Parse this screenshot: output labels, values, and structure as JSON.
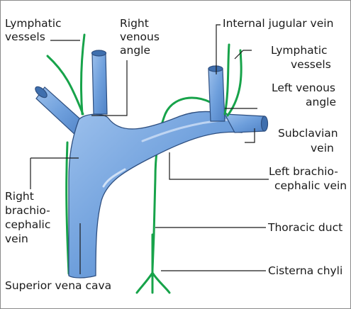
{
  "labels": {
    "lymphatic_vessels_left": [
      "Lymphatic",
      "vessels"
    ],
    "right_venous_angle": [
      "Right",
      "venous",
      "angle"
    ],
    "internal_jugular_vein": [
      "Internal jugular vein"
    ],
    "lymphatic_vessels_right": [
      "Lymphatic",
      "vessels"
    ],
    "left_venous_angle": [
      "Left venous",
      "angle"
    ],
    "subclavian_vein": [
      "Subclavian",
      "vein"
    ],
    "left_brachiocephalic_vein": [
      "Left brachio-",
      "cephalic vein"
    ],
    "right_brachiocephalic_vein": [
      "Right",
      "brachio-",
      "cephalic",
      "vein"
    ],
    "thoracic_duct": [
      "Thoracic duct"
    ],
    "cisterna_chyli": [
      "Cisterna chyli"
    ],
    "superior_vena_cava": [
      "Superior vena cava"
    ]
  },
  "colors": {
    "vein": "#6e9fdc",
    "vein_light": "#a8c8ef",
    "vein_dark": "#3f6fae",
    "vein_outline": "#2e4f80",
    "lymph": "#17a34a",
    "leader": "#1a1a1a"
  }
}
